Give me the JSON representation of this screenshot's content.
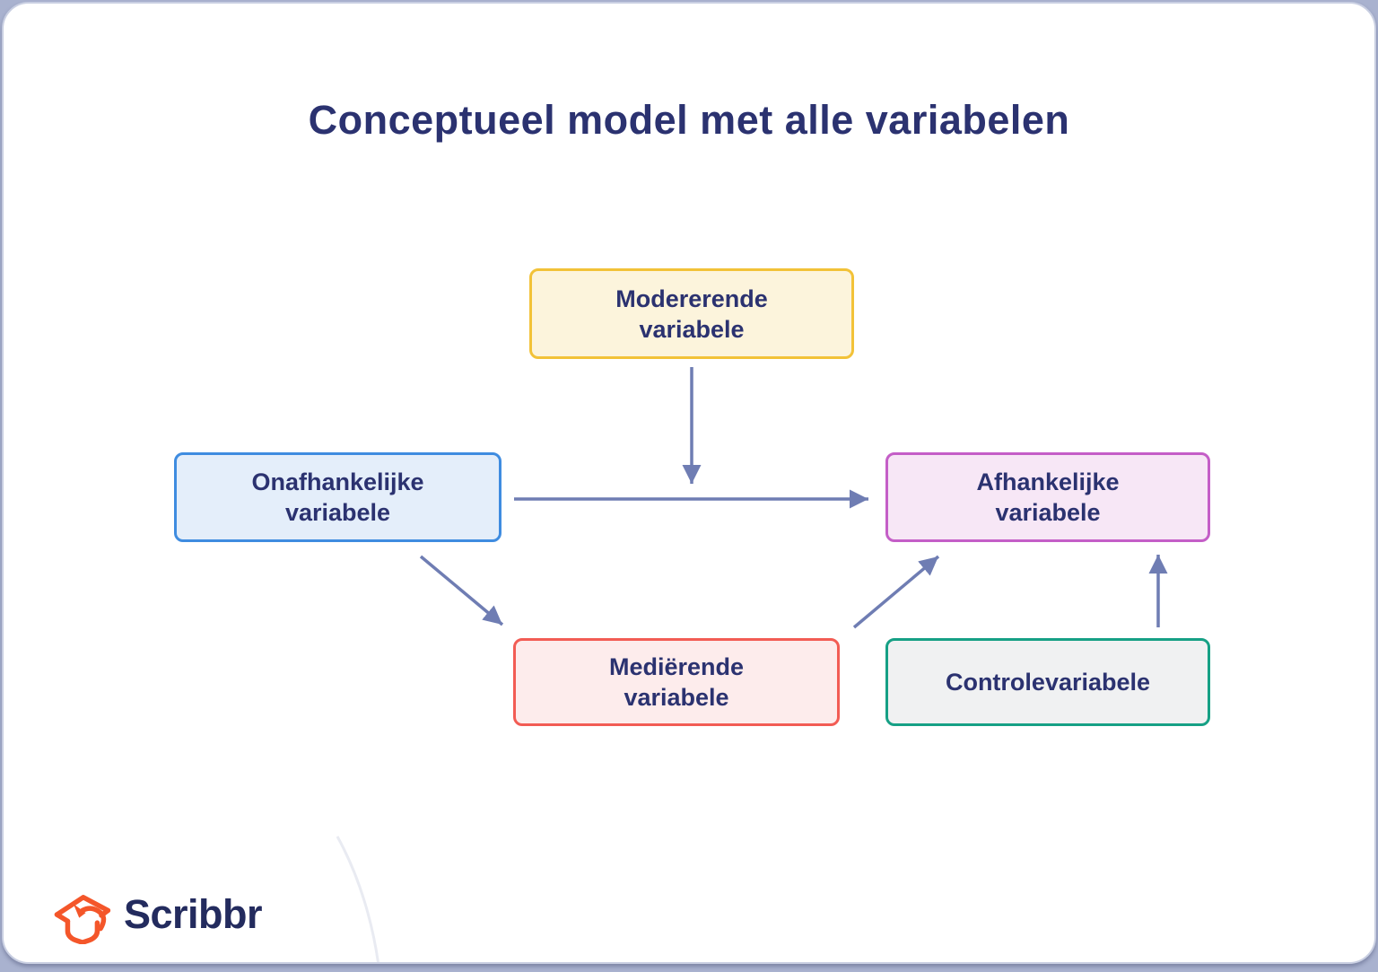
{
  "figure": {
    "title": "Conceptueel model met alle variabelen",
    "text_color": "#2B3270",
    "arrow_color": "#6F7DB3",
    "nodes": [
      {
        "id": "modererende-variabele",
        "label": "Modererende variabele",
        "lines": [
          "Modererende",
          "variabele"
        ],
        "border_color": "#F2C238",
        "fill_color": "#FCF4DC"
      },
      {
        "id": "onafhankelijke-variabele",
        "label": "Onafhankelijke variabele",
        "lines": [
          "Onafhankelijke",
          "variabele"
        ],
        "border_color": "#3F8CE0",
        "fill_color": "#E4EEFA"
      },
      {
        "id": "afhankelijke-variabele",
        "label": "Afhankelijke variabele",
        "lines": [
          "Afhankelijke",
          "variabele"
        ],
        "border_color": "#C45EC7",
        "fill_color": "#F7E7F6"
      },
      {
        "id": "medierende-variabele",
        "label": "Mediërende variabele",
        "lines": [
          "Mediërende",
          "variabele"
        ],
        "border_color": "#F25C54",
        "fill_color": "#FDECEC"
      },
      {
        "id": "controlevariabele",
        "label": "Controlevariabele",
        "lines": [
          "Controlevariabele"
        ],
        "border_color": "#16A085",
        "fill_color": "#F0F1F2"
      }
    ],
    "edges": [
      {
        "from": "Onafhankelijke variabele",
        "to": "Afhankelijke variabele"
      },
      {
        "from": "Modererende variabele",
        "to": "relatie Onafhankelijke-Afhankelijke"
      },
      {
        "from": "Onafhankelijke variabele",
        "to": "Mediërende variabele"
      },
      {
        "from": "Mediërende variabele",
        "to": "Afhankelijke variabele"
      },
      {
        "from": "Controlevariabele",
        "to": "Afhankelijke variabele"
      }
    ]
  },
  "branding": {
    "logo_text": "Scribbr",
    "logo_color": "#F4562A",
    "logo_text_color": "#232B5E"
  }
}
